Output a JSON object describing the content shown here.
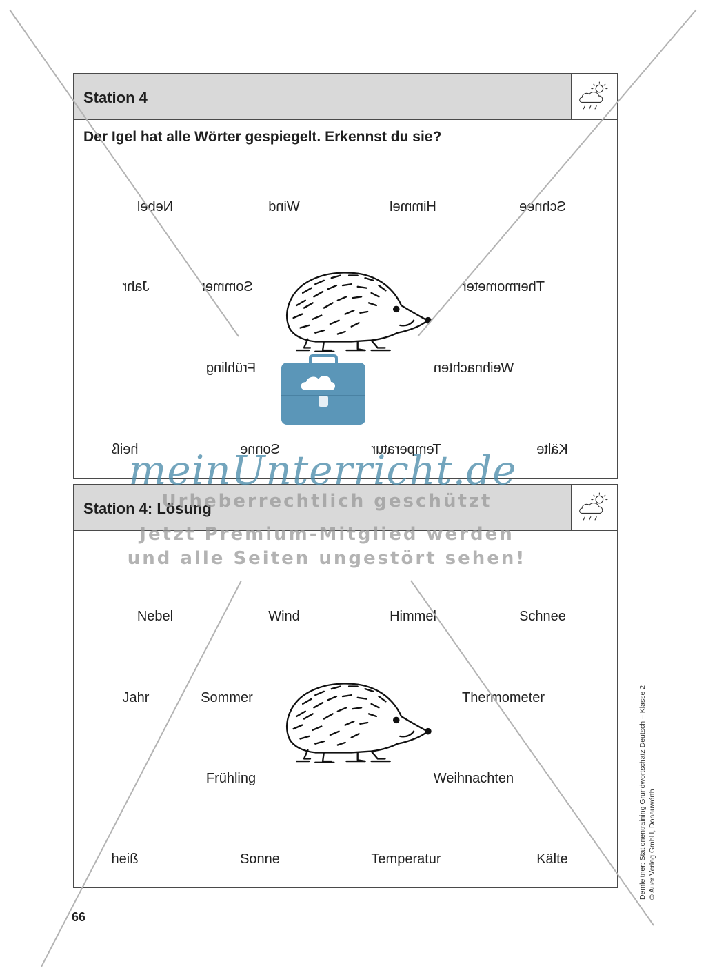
{
  "station": {
    "title": "Station 4",
    "instruction": "Der Igel hat alle Wörter gespiegelt. Erkennst du sie?",
    "words": [
      [
        "Nebel",
        "Wind",
        "Himmel",
        "Schnee"
      ],
      [
        "Jahr",
        "Sommer",
        "Thermometer"
      ],
      [
        "Frühling",
        "Weihnachten"
      ],
      [
        "heiß",
        "Sonne",
        "Temperatur",
        "Kälte"
      ]
    ]
  },
  "solution": {
    "title": "Station 4: Lösung",
    "words": [
      [
        "Nebel",
        "Wind",
        "Himmel",
        "Schnee"
      ],
      [
        "Jahr",
        "Sommer",
        "Thermometer"
      ],
      [
        "Frühling",
        "Weihnachten"
      ],
      [
        "heiß",
        "Sonne",
        "Temperatur",
        "Kälte"
      ]
    ]
  },
  "footer": {
    "page_number": "66",
    "credit_line1": "Demleitner: Stationentraining Grundwortschatz Deutsch – Klasse 2",
    "credit_line2": "© Auer Verlag GmbH, Donauwörth"
  },
  "watermark": {
    "logo": "meinUnterricht.de",
    "line1": "Urheberrechtlich geschützt",
    "line2": "Jetzt Premium-Mitglied werden",
    "line3": "und alle Seiten ungestört sehen!"
  },
  "icons": [
    "weather-sun-cloud-icon",
    "hedgehog-illustration",
    "briefcase-cloud-icon"
  ],
  "colors": {
    "header_bg": "#d9d9d9",
    "watermark_blue": "#4b8caa",
    "briefcase": "#5b96b8"
  }
}
